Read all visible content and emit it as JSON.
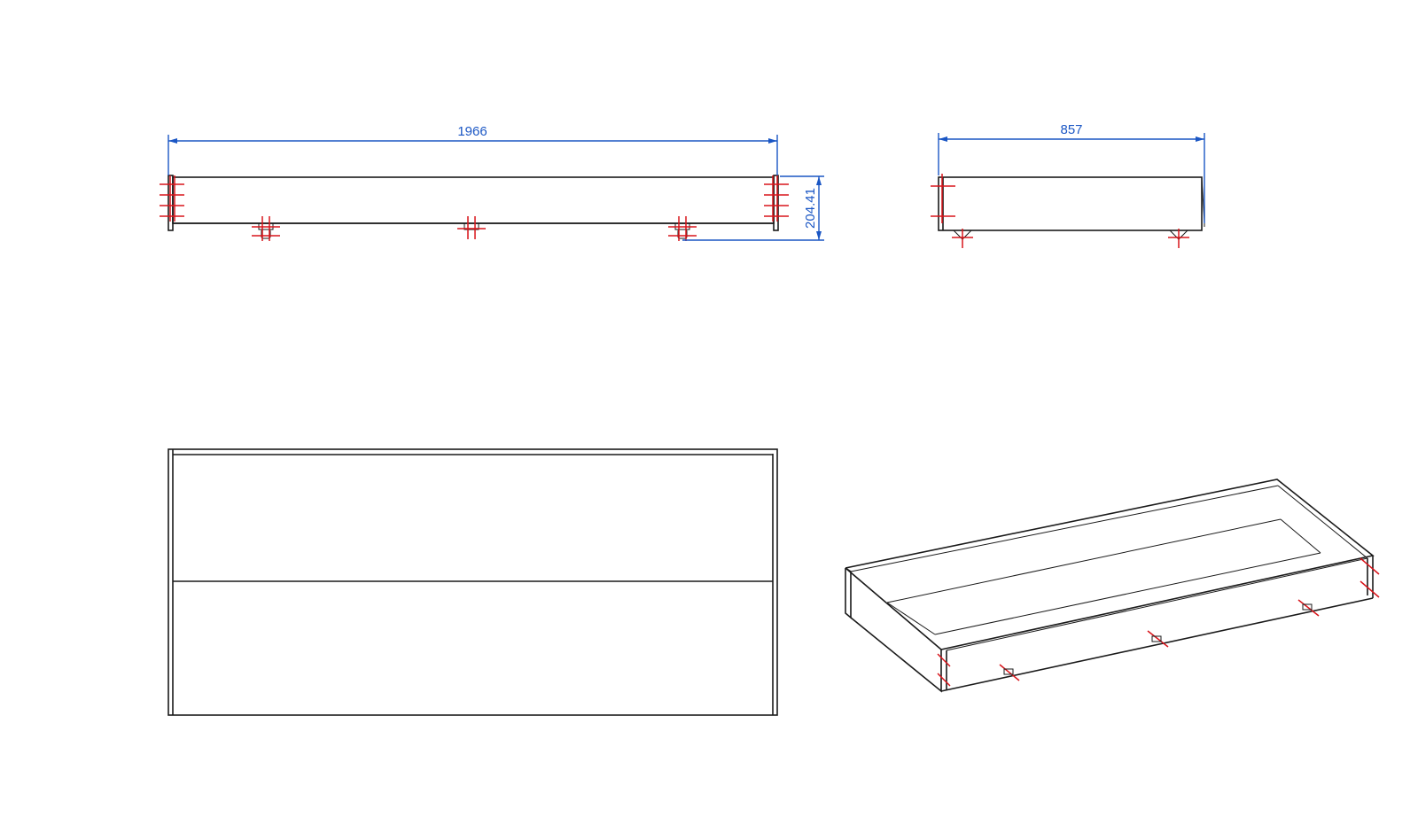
{
  "dimensions": {
    "front_length": "1966",
    "side_depth": "857",
    "height": "204.41"
  },
  "colors": {
    "outline": "#1a1a1a",
    "dimension": "#1a56c4",
    "fastener_marker": "#d8151b",
    "background": "#ffffff"
  }
}
